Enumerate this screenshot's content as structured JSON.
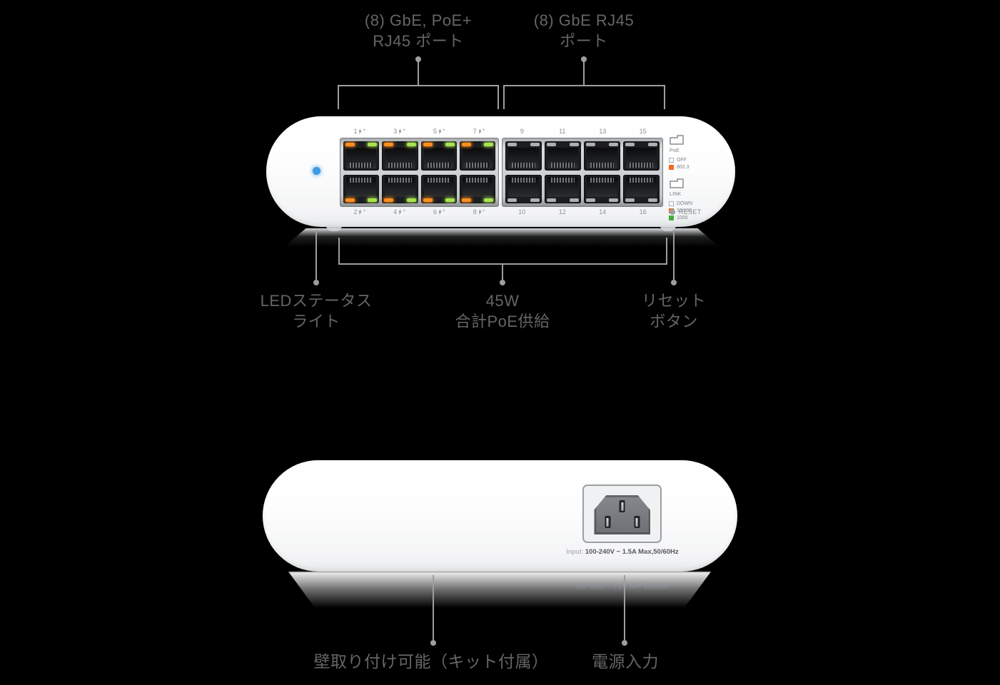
{
  "product": {
    "description": "16-port network switch diagram, front and back views with Japanese callouts"
  },
  "colors": {
    "background": "#000000",
    "annotation_text": "#636567",
    "annotation_line": "#9e9e9e",
    "status_led_blue": "#3d9ae3",
    "led_orange": "#ff8e1e",
    "led_green": "#a8e24f",
    "led_off": "#aab0b5",
    "legend_orange": "#f26a1f",
    "legend_green": "#3fae3a"
  },
  "front_view": {
    "callout_poe_ports": {
      "line1": "(8) GbE, PoE+",
      "line2": "RJ45 ポート"
    },
    "callout_rj45_ports": {
      "line1": "(8) GbE RJ45",
      "line2": "ポート"
    },
    "poe_suffix_icon": "poe-bolt-icon",
    "poe_suffix_plus": "+",
    "port_groups": [
      {
        "name": "poe-ports",
        "poe": true,
        "top_labels": [
          "1",
          "3",
          "5",
          "7"
        ],
        "bottom_labels": [
          "2",
          "4",
          "6",
          "8"
        ]
      },
      {
        "name": "rj45-ports",
        "poe": false,
        "top_labels": [
          "9",
          "11",
          "13",
          "15"
        ],
        "bottom_labels": [
          "10",
          "12",
          "14",
          "16"
        ]
      }
    ],
    "legend": {
      "poe": {
        "icon": "ethernet-port-icon",
        "title": "PoE",
        "items": [
          {
            "swatch": "off",
            "label": "OFF"
          },
          {
            "swatch": "orange",
            "label": "802.3"
          }
        ]
      },
      "link": {
        "icon": "ethernet-port-icon",
        "title": "LINK",
        "items": [
          {
            "swatch": "off",
            "label": "DOWN"
          },
          {
            "swatch": "orange",
            "label": "10/100"
          },
          {
            "swatch": "green",
            "label": "1000"
          }
        ]
      }
    },
    "reset_label": "RESET",
    "callout_led": {
      "line1": "LEDステータス",
      "line2": "ライト"
    },
    "callout_power_budget": {
      "line1": "45W",
      "line2": "合計PoE供給"
    },
    "callout_reset": {
      "line1": "リセット",
      "line2": "ボタン"
    }
  },
  "back_view": {
    "input_rating": {
      "prefix": "Input: ",
      "value": "100-240V ~ 1.5A Max,50/60Hz"
    },
    "callout_wall_mount": "壁取り付け可能（キット付属）",
    "callout_power_input": "電源入力"
  }
}
